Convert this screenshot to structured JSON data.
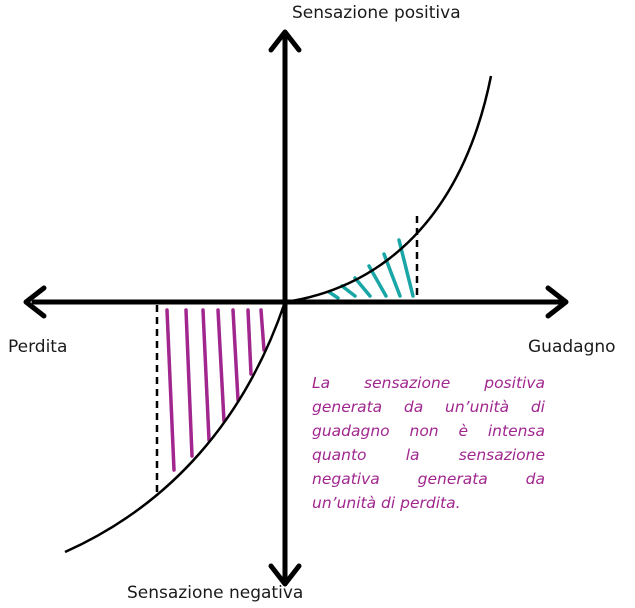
{
  "labels": {
    "y_top": "Sensazione positiva",
    "y_bottom": "Sensazione negativa",
    "x_left": "Perdita",
    "x_right": "Guadagno"
  },
  "note": "La sensazione positiva generata da un’unità di guadagno non è intensa quanto la sensazione negativa generata da un’unità di perdita.",
  "colors": {
    "axes": "#000000",
    "curve": "#000000",
    "gain_hatch": "#1aa6a6",
    "loss_hatch": "#a1278f",
    "note_text": "#a1278f"
  }
}
